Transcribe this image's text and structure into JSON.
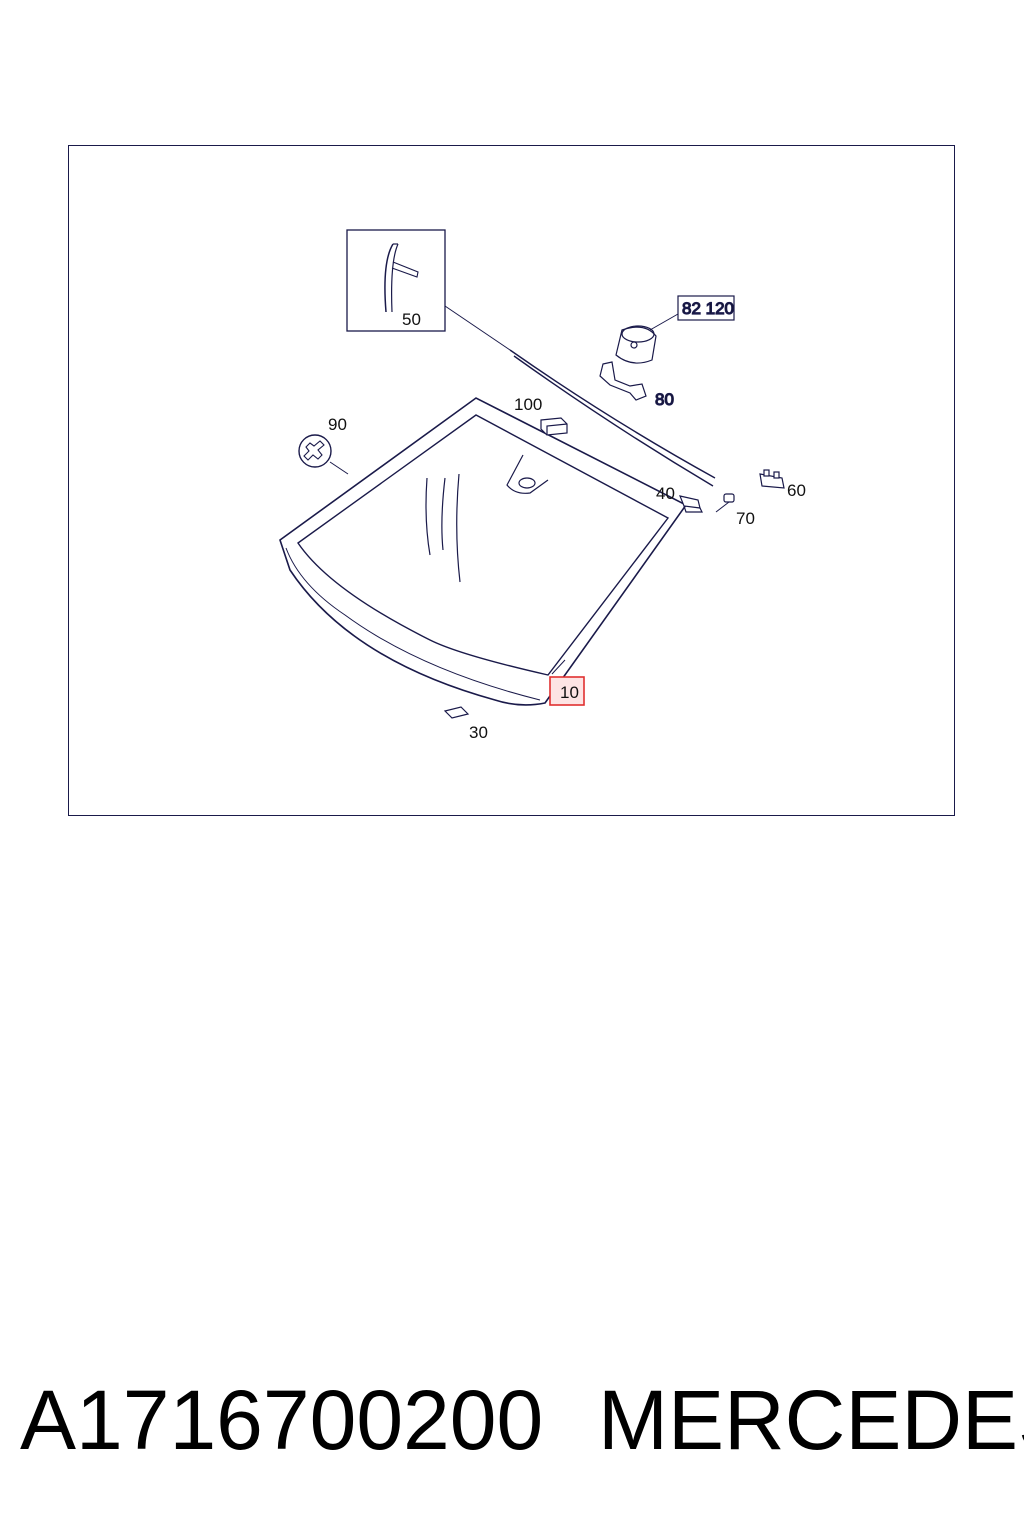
{
  "diagram": {
    "callouts": {
      "c10": "10",
      "c30": "30",
      "c40": "40",
      "c50": "50",
      "c60": "60",
      "c70": "70",
      "c80": "80",
      "c90": "90",
      "c100": "100",
      "c82120": "82 120"
    },
    "highlight_color": "#e03030",
    "line_color": "#1a1a4a"
  },
  "caption": {
    "part_number": "A1716700200",
    "brand": "MERCEDES"
  }
}
